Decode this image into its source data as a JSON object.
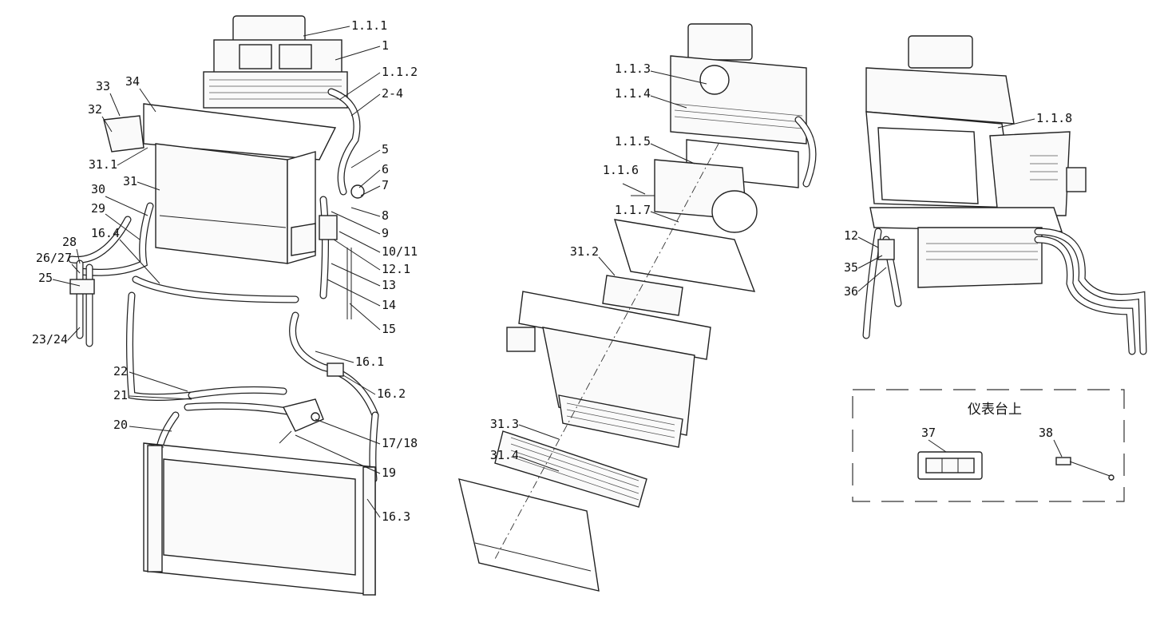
{
  "diagram": {
    "callouts": [
      "1.1.1",
      "1",
      "1.1.2",
      "2-4",
      "5",
      "6",
      "7",
      "8",
      "9",
      "10/11",
      "12.1",
      "13",
      "14",
      "15",
      "16.1",
      "16.2",
      "17/18",
      "19",
      "16.3",
      "20",
      "21",
      "22",
      "16.4",
      "29",
      "30",
      "31",
      "31.1",
      "32",
      "33",
      "34",
      "28",
      "26/27",
      "25",
      "23/24",
      "1.1.3",
      "1.1.4",
      "1.1.5",
      "1.1.6",
      "1.1.7",
      "31.2",
      "31.3",
      "31.4",
      "1.1.8",
      "12",
      "35",
      "36",
      "37",
      "38"
    ],
    "dashboard_box_title": "仪表台上"
  }
}
